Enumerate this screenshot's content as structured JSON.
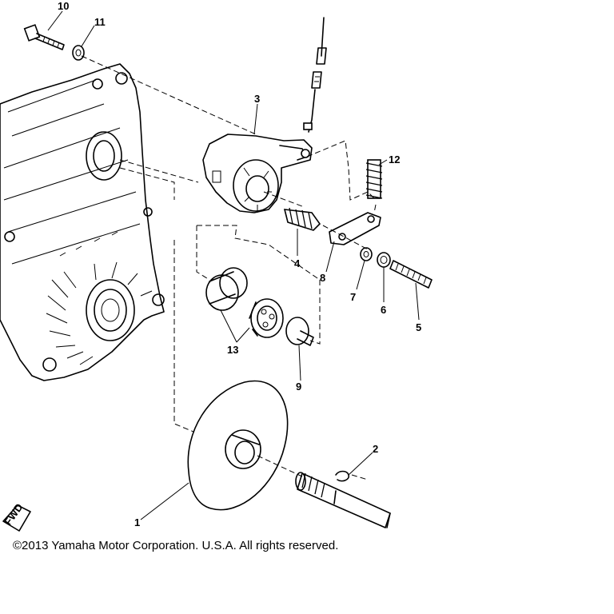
{
  "diagram": {
    "callouts": [
      {
        "id": "callout-1",
        "label": "1"
      },
      {
        "id": "callout-2",
        "label": "2"
      },
      {
        "id": "callout-3",
        "label": "3"
      },
      {
        "id": "callout-4",
        "label": "4"
      },
      {
        "id": "callout-5",
        "label": "5"
      },
      {
        "id": "callout-6",
        "label": "6"
      },
      {
        "id": "callout-7",
        "label": "7"
      },
      {
        "id": "callout-8",
        "label": "8"
      },
      {
        "id": "callout-9",
        "label": "9"
      },
      {
        "id": "callout-10",
        "label": "10"
      },
      {
        "id": "callout-11",
        "label": "11"
      },
      {
        "id": "callout-12",
        "label": "12"
      },
      {
        "id": "callout-13",
        "label": "13"
      }
    ],
    "fwd_label": "FWD"
  },
  "footer": {
    "copyright": "©2013 Yamaha Motor Corporation. U.S.A. All rights reserved."
  }
}
